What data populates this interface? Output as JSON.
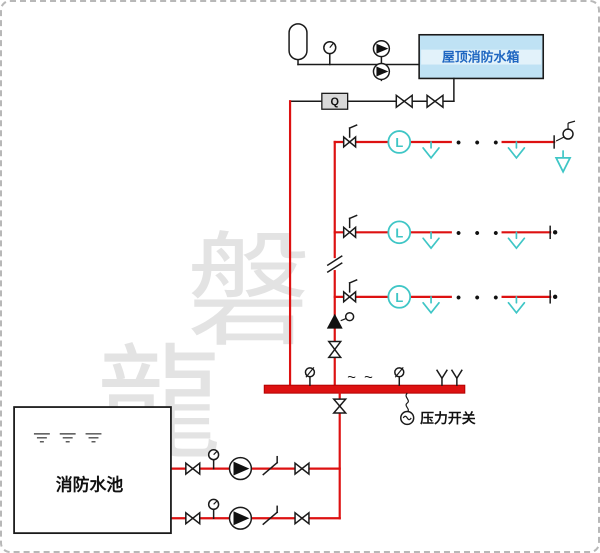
{
  "diagram": {
    "roof_tank_label": "屋顶消防水箱",
    "pool_label": "消防水池",
    "pressure_switch_label": "压力开关",
    "flow_meter_label": "Q",
    "flow_indicator_label": "L",
    "ellipsis": "• • •",
    "tilde": "~",
    "watermark_char_1": "磐",
    "watermark_char_2": "龍"
  },
  "colors": {
    "pipe_red": "#dd1111",
    "line_black": "#1a1a1a",
    "device_cyan": "#3fc6c6",
    "tank_fill": "#bfe2f4",
    "tank_text": "#1f66c1",
    "watermark": "#e3e3e3"
  }
}
